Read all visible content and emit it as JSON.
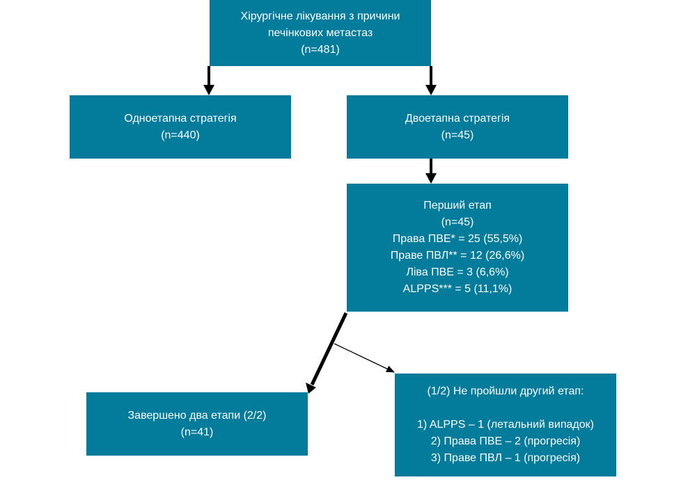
{
  "nodes": {
    "root": {
      "lines": [
        "Хірургічне лікування з причини",
        "печінкових метастаз",
        "(n=481)"
      ]
    },
    "one_stage": {
      "lines": [
        "Одноетапна стратегія",
        "(n=440)"
      ]
    },
    "two_stage": {
      "lines": [
        "Двоетапна стратегія",
        "(n=45)"
      ]
    },
    "first_stage": {
      "lines": [
        "Перший етап",
        "(n=45)",
        "Права ПВЕ* = 25 (55,5%)",
        "Праве ПВЛ** = 12 (26,6%)",
        "Ліва ПВЕ = 3 (6,6%)",
        "ALPPS*** = 5 (11,1%)"
      ]
    },
    "completed": {
      "lines": [
        "Завершено два етапи (2/2)",
        "(n=41)"
      ]
    },
    "not_completed": {
      "title": "(1/2) Не пройшли другий етап:",
      "items": [
        "1) ALPPS – 1 (летальний випадок)",
        "2) Права ПВЕ – 2 (прогресія)",
        "3) Праве ПВЛ – 1 (прогресія)"
      ]
    }
  },
  "colors": {
    "box_fill": "#037c9b",
    "box_text": "#ffffff",
    "arrow": "#000000"
  }
}
